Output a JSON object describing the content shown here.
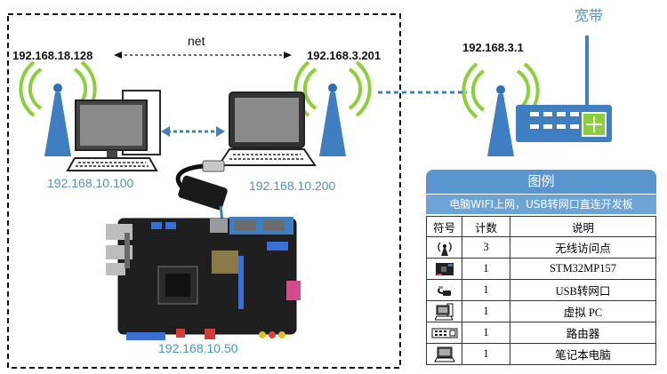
{
  "labels": {
    "net": "net",
    "broadband": "宽带",
    "ip_left": "192.168.18.128",
    "ip_mid": "192.168.3.201",
    "ip_router": "192.168.3.1",
    "ip_pc": "192.168.10.100",
    "ip_laptop": "192.168.10.200",
    "ip_board": "192.168.10.50"
  },
  "legend": {
    "title": "图例",
    "subtitle": "电脑WIFI上网，USB转网口直连开发板",
    "headers": [
      "符号",
      "计数",
      "说明"
    ],
    "rows": [
      {
        "icon": "wireless-ap-icon",
        "count": "3",
        "desc": "无线访问点"
      },
      {
        "icon": "dev-board-icon",
        "count": "1",
        "desc": "STM32MP157"
      },
      {
        "icon": "usb-ethernet-icon",
        "count": "1",
        "desc": "USB转网口"
      },
      {
        "icon": "desktop-pc-icon",
        "count": "1",
        "desc": "虚拟 PC"
      },
      {
        "icon": "router-icon",
        "count": "1",
        "desc": "路由器"
      },
      {
        "icon": "laptop-icon",
        "count": "1",
        "desc": "笔记本电脑"
      }
    ]
  },
  "colors": {
    "accent": "#3f7fc1",
    "wifi_green": "#8ccf3c",
    "label_blue": "#4e8fc9",
    "legend_header": "#5b95cf"
  }
}
